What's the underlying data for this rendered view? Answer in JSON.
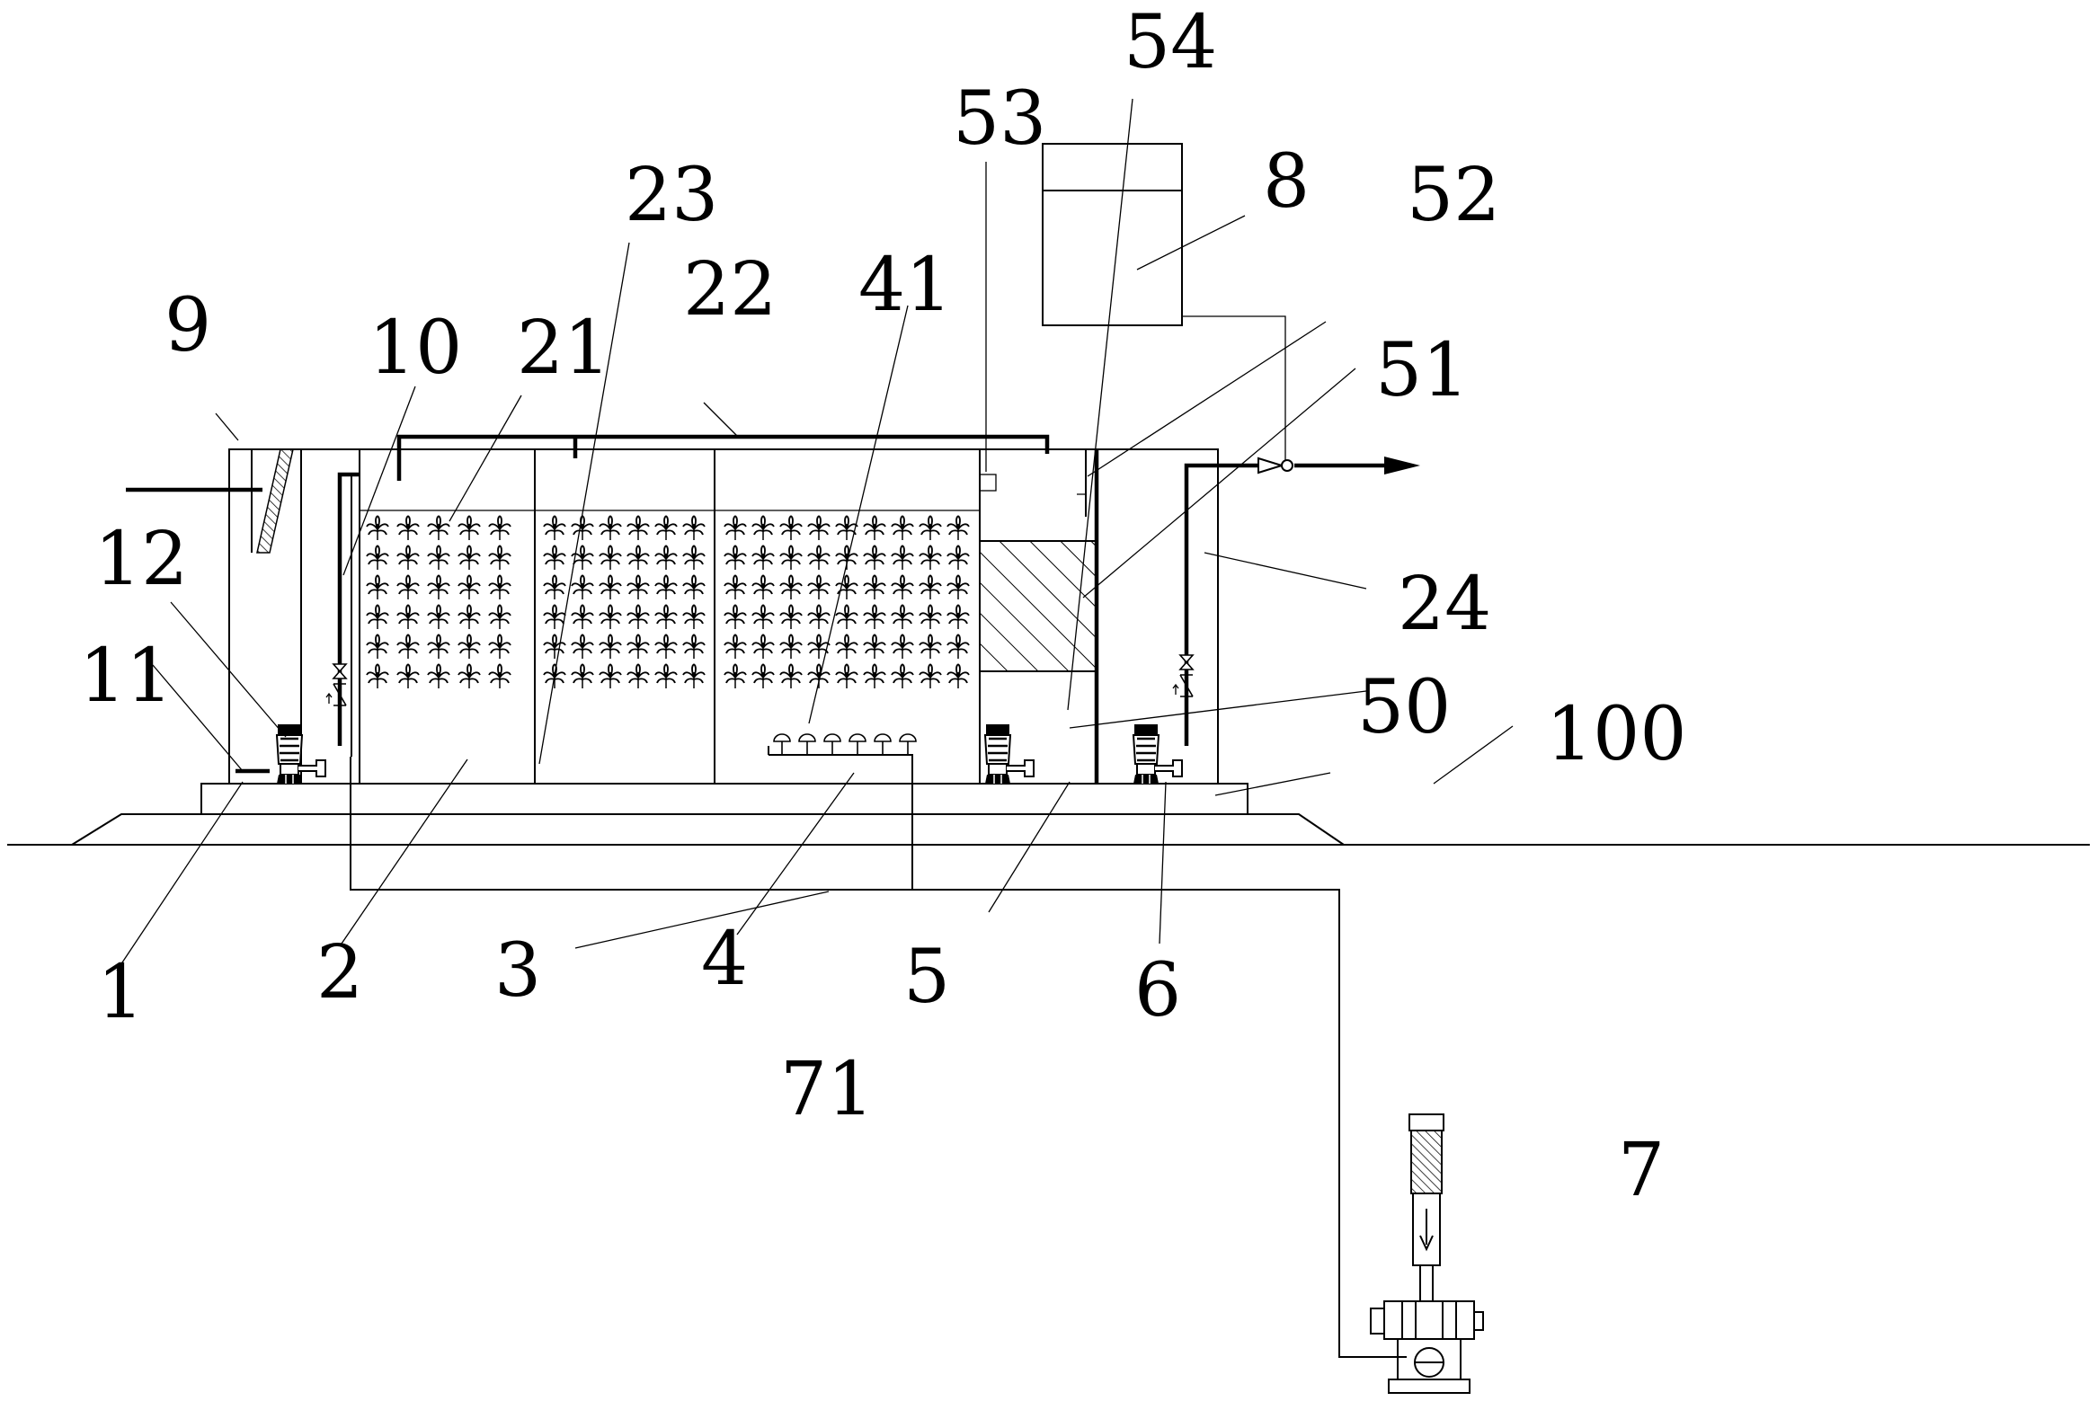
{
  "labels": {
    "l1": "1",
    "l2": "2",
    "l3": "3",
    "l4": "4",
    "l5": "5",
    "l6": "6",
    "l7": "7",
    "l8": "8",
    "l9": "9",
    "l10": "10",
    "l11": "11",
    "l12": "12",
    "l21": "21",
    "l22": "22",
    "l23": "23",
    "l24": "24",
    "l41": "41",
    "l50": "50",
    "l51": "51",
    "l52": "52",
    "l53": "53",
    "l54": "54",
    "l71": "71",
    "l100": "100"
  }
}
